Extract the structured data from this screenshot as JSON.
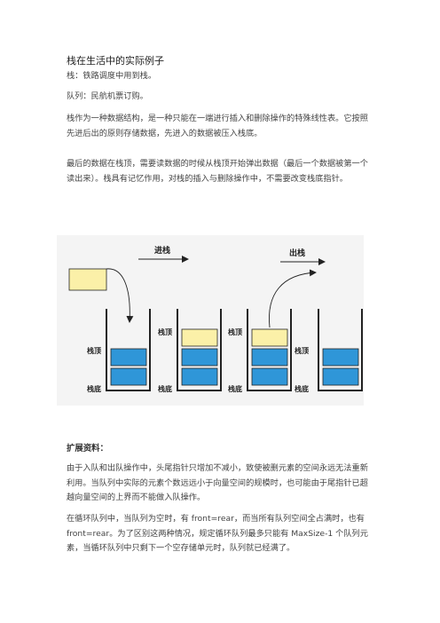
{
  "doc": {
    "title": "栈在生活中的实际例子",
    "line1": "栈：铁路调度中用到栈。",
    "line2": "队列：民航机票订购。",
    "para1": "栈作为一种数据结构，是一种只能在一端进行插入和删除操作的特殊线性表。它按照先进后出的原则存储数据，先进入的数据被压入栈底。",
    "para2": "最后的数据在栈顶，需要读数据的时候从栈顶开始弹出数据（最后一个数据被第一个读出来）。栈具有记忆作用，对栈的插入与删除操作中，不需要改变栈底指针。",
    "heading": "扩展资料：",
    "para3": "由于入队和出队操作中，头尾指针只增加不减小，致使被删元素的空间永远无法重新利用。当队列中实际的元素个数远远小于向量空间的规模时，也可能由于尾指针已超越向量空间的上界而不能做入队操作。",
    "para4": "在循环队列中，当队列为空时，有 front=rear，而当所有队列空间全占满时，也有 front=rear。为了区别这两种情况，规定循环队列最多只能有 MaxSize-1 个队列元素，当循环队列中只剩下一个空存储单元时，队列就已经满了。"
  },
  "figure": {
    "push_label": "进栈",
    "pop_label": "出栈",
    "top_label": "栈顶",
    "bottom_label": "栈底",
    "colors": {
      "yellow_block": "#fbf0a8",
      "blue_block": "#2f96d8",
      "outline": "#222222",
      "background": "#f4f4f4"
    }
  }
}
